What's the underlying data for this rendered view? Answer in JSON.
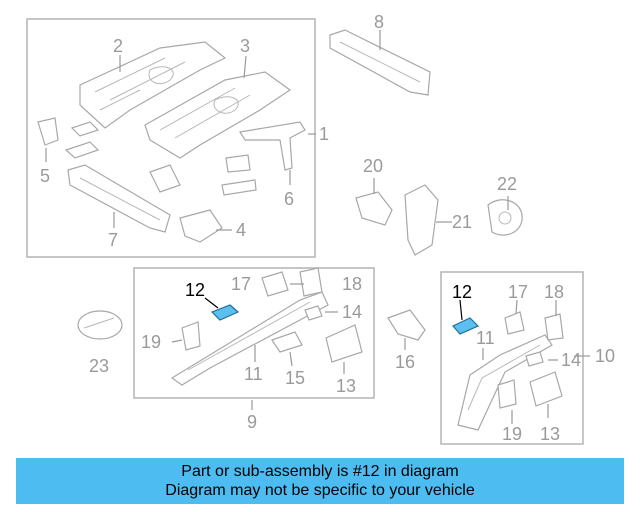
{
  "diagram": {
    "labels": {
      "l1": "1",
      "l2": "2",
      "l3": "3",
      "l4": "4",
      "l5": "5",
      "l6": "6",
      "l7": "7",
      "l8": "8",
      "l9": "9",
      "l10": "10",
      "l11a": "11",
      "l11b": "11",
      "l12a": "12",
      "l12b": "12",
      "l13a": "13",
      "l13b": "13",
      "l14a": "14",
      "l14b": "14",
      "l15": "15",
      "l16": "16",
      "l17a": "17",
      "l17b": "17",
      "l18a": "18",
      "l18b": "18",
      "l19a": "19",
      "l19b": "19",
      "l20": "20",
      "l21": "21",
      "l22": "22",
      "l23": "23"
    },
    "highlight_color": "#5bc0f0"
  },
  "banner": {
    "line1": "Part or sub-assembly is #12 in diagram",
    "line2": "Diagram may not be specific to your vehicle",
    "color": "#4dbcf0"
  }
}
